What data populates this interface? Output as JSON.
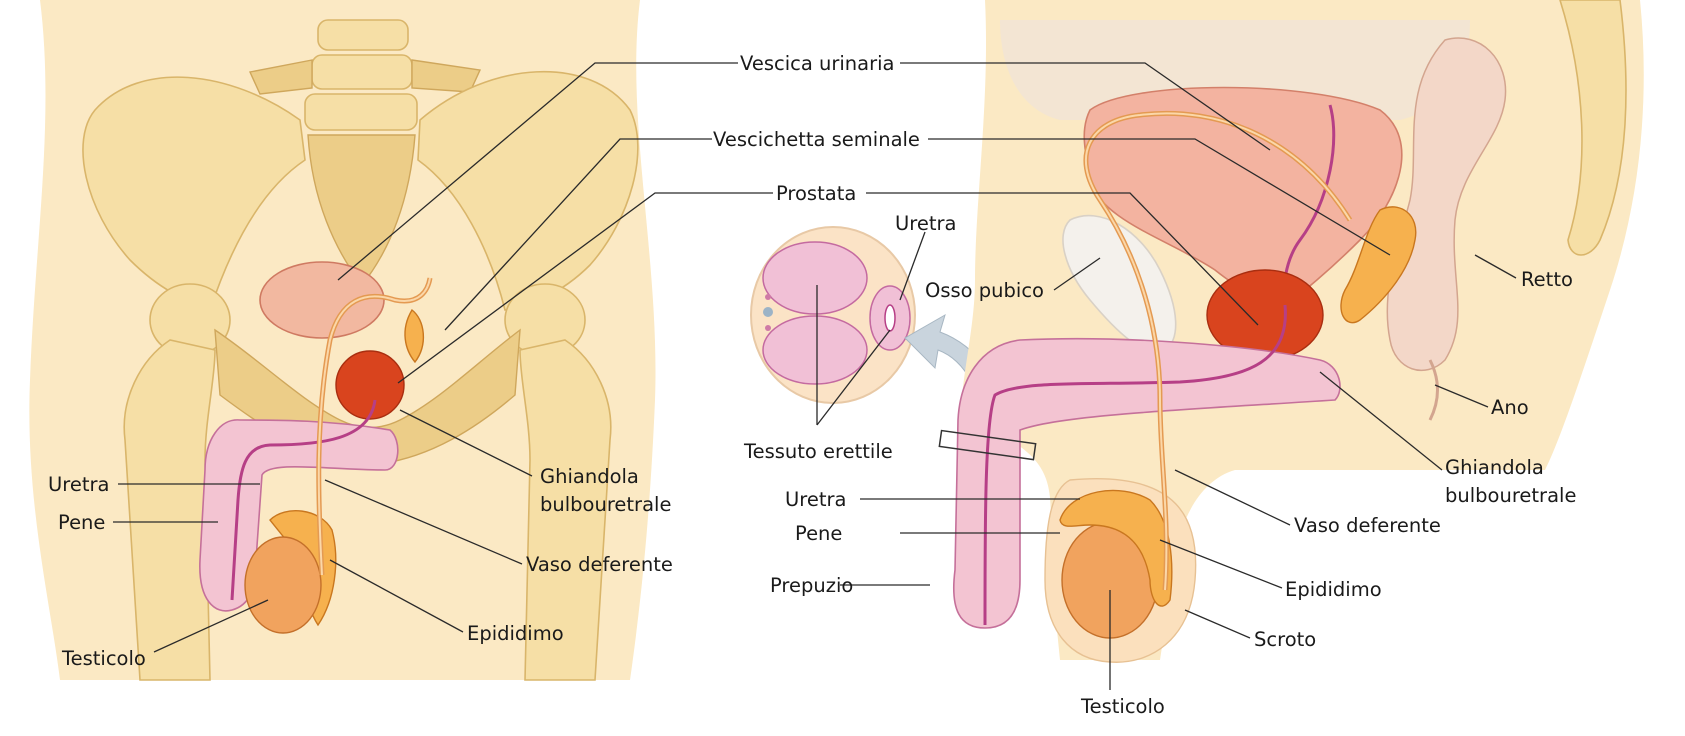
{
  "labels": {
    "vescica_urinaria": "Vescica urinaria",
    "vescichetta_seminale": "Vescichetta seminale",
    "prostata": "Prostata",
    "uretra_cross": "Uretra",
    "osso_pubico": "Osso pubico",
    "retto": "Retto",
    "ano": "Ano",
    "ghiandola_right_1": "Ghiandola",
    "ghiandola_right_2": "bulbouretrale",
    "tessuto_erettile": "Tessuto erettile",
    "uretra_right": "Uretra",
    "pene_right": "Pene",
    "prepuzio": "Prepuzio",
    "vaso_deferente_right": "Vaso deferente",
    "epididimo_right": "Epididimo",
    "scroto": "Scroto",
    "testicolo_right": "Testicolo",
    "uretra_left": "Uretra",
    "pene_left": "Pene",
    "testicolo_left": "Testicolo",
    "ghiandola_left_1": "Ghiandola",
    "ghiandola_left_2": "bulbouretrale",
    "vaso_deferente_left": "Vaso deferente",
    "epididimo_left": "Epididimo"
  }
}
